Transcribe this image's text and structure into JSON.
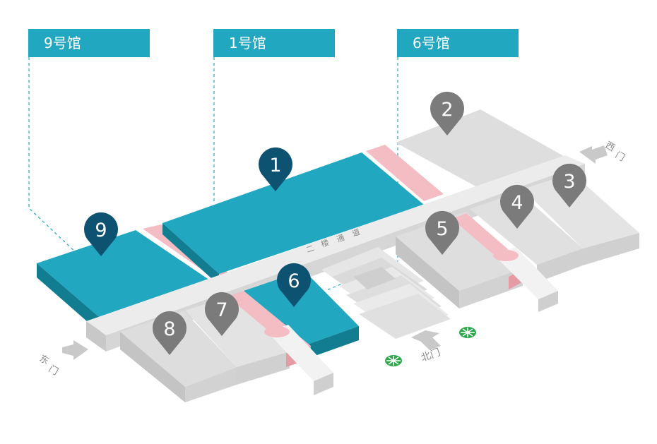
{
  "labels": {
    "hall_9": "9号馆",
    "hall_1": "1号馆",
    "hall_6": "6号馆"
  },
  "gates": {
    "west_1": "西",
    "west_2": "门",
    "east_1": "东",
    "east_2": "门",
    "north": "北门"
  },
  "corridor": {
    "c1": "二",
    "c2": "楼",
    "c3": "通",
    "c4": "道"
  },
  "pins": {
    "p1": "1",
    "p2": "2",
    "p3": "3",
    "p4": "4",
    "p5": "5",
    "p6": "6",
    "p7": "7",
    "p8": "8",
    "p9": "9"
  },
  "colors": {
    "teal": "#22a7c1",
    "teal_dark_pin": "#0e5272",
    "gray_pin": "#7b7b7b",
    "pink": "#f4bcc3",
    "metro_green": "#2aa84a"
  }
}
